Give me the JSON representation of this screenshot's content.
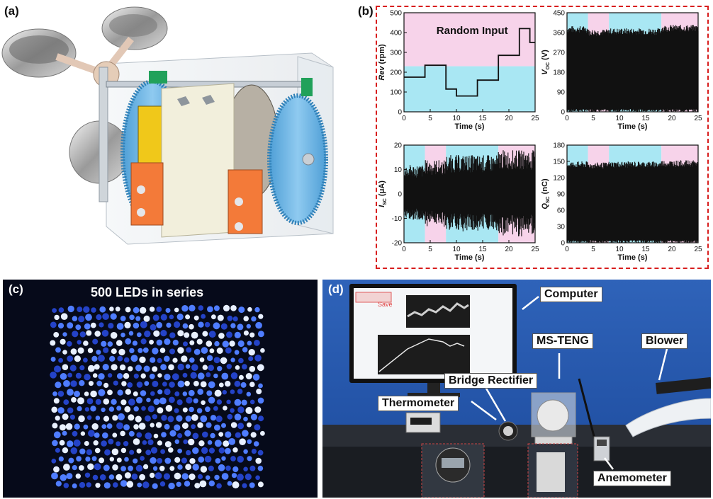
{
  "panels": {
    "a": {
      "label": "(a)"
    },
    "b": {
      "label": "(b)"
    },
    "c": {
      "label": "(c)",
      "caption": "500 LEDs in series"
    },
    "d": {
      "label": "(d)"
    }
  },
  "panel_d": {
    "callouts": {
      "computer": "Computer",
      "ms_teng": "MS-TENG",
      "blower": "Blower",
      "bridge_rectifier": "Bridge Rectifier",
      "thermometer": "Thermometer",
      "anemometer": "Anemometer"
    },
    "screen_button": "Save"
  },
  "colors": {
    "pink": "#f7d3ea",
    "cyan": "#a9e7f3",
    "frame": "#d81e1e",
    "led": "#3f6dff"
  },
  "chart_data": [
    {
      "type": "line",
      "id": "rev",
      "ylabel_main": "Rev",
      "ylabel_sub": "",
      "ylabel_unit": "(rpm)",
      "xlabel": "Time (s)",
      "annotation": "Random Input",
      "xlim": [
        0,
        25
      ],
      "ylim": [
        0,
        500
      ],
      "xticks": [
        0,
        5,
        10,
        15,
        20,
        25
      ],
      "yticks": [
        0,
        100,
        200,
        300,
        400,
        500
      ],
      "regions": [
        {
          "from": 0,
          "to": 25,
          "y_from": 230,
          "y_to": 500,
          "color": "pink"
        },
        {
          "from": 0,
          "to": 25,
          "y_from": 0,
          "y_to": 230,
          "color": "cyan"
        }
      ],
      "step_x": [
        0,
        4,
        4,
        8,
        8,
        10,
        10,
        14,
        14,
        18,
        18,
        22,
        22,
        24,
        24,
        25
      ],
      "step_y": [
        175,
        175,
        235,
        235,
        115,
        115,
        80,
        80,
        160,
        160,
        285,
        285,
        420,
        420,
        350,
        350
      ]
    },
    {
      "type": "line",
      "id": "voc",
      "ylabel_main": "V",
      "ylabel_sub": "OC",
      "ylabel_unit": "(V)",
      "xlabel": "Time (s)",
      "xlim": [
        0,
        25
      ],
      "ylim": [
        0,
        450
      ],
      "xticks": [
        0,
        5,
        10,
        15,
        20,
        25
      ],
      "yticks": [
        0,
        90,
        180,
        270,
        360,
        450
      ],
      "regions": [
        {
          "from": 0,
          "to": 4,
          "color": "cyan"
        },
        {
          "from": 4,
          "to": 8,
          "color": "pink"
        },
        {
          "from": 8,
          "to": 18,
          "color": "cyan"
        },
        {
          "from": 18,
          "to": 25,
          "color": "pink"
        }
      ],
      "envelope": [
        {
          "from": 0,
          "to": 4,
          "high": 390
        },
        {
          "from": 4,
          "to": 8,
          "high": 375
        },
        {
          "from": 8,
          "to": 18,
          "high": 380
        },
        {
          "from": 18,
          "to": 25,
          "high": 395
        }
      ]
    },
    {
      "type": "line",
      "id": "isc",
      "ylabel_main": "I",
      "ylabel_sub": "SC",
      "ylabel_unit": "(μA)",
      "xlabel": "Time (s)",
      "xlim": [
        0,
        25
      ],
      "ylim": [
        -20,
        20
      ],
      "xticks": [
        0,
        5,
        10,
        15,
        20,
        25
      ],
      "yticks": [
        -20,
        -10,
        0,
        10,
        20
      ],
      "regions": [
        {
          "from": 0,
          "to": 4,
          "color": "cyan"
        },
        {
          "from": 4,
          "to": 8,
          "color": "pink"
        },
        {
          "from": 8,
          "to": 18,
          "color": "cyan"
        },
        {
          "from": 18,
          "to": 25,
          "color": "pink"
        }
      ],
      "envelope": [
        {
          "from": 0,
          "to": 4,
          "high": 12
        },
        {
          "from": 4,
          "to": 8,
          "high": 14
        },
        {
          "from": 8,
          "to": 18,
          "high": 16
        },
        {
          "from": 18,
          "to": 25,
          "high": 18
        }
      ]
    },
    {
      "type": "line",
      "id": "qsc",
      "ylabel_main": "Q",
      "ylabel_sub": "SC",
      "ylabel_unit": "(nC)",
      "xlabel": "Time (s)",
      "xlim": [
        0,
        25
      ],
      "ylim": [
        0,
        180
      ],
      "xticks": [
        0,
        5,
        10,
        15,
        20,
        25
      ],
      "yticks": [
        0,
        30,
        60,
        90,
        120,
        150,
        180
      ],
      "regions": [
        {
          "from": 0,
          "to": 4,
          "color": "cyan"
        },
        {
          "from": 4,
          "to": 8,
          "color": "pink"
        },
        {
          "from": 8,
          "to": 18,
          "color": "cyan"
        },
        {
          "from": 18,
          "to": 25,
          "color": "pink"
        }
      ],
      "envelope": [
        {
          "from": 0,
          "to": 4,
          "high": 150
        },
        {
          "from": 4,
          "to": 8,
          "high": 148
        },
        {
          "from": 8,
          "to": 18,
          "high": 150
        },
        {
          "from": 18,
          "to": 25,
          "high": 152
        }
      ]
    }
  ]
}
